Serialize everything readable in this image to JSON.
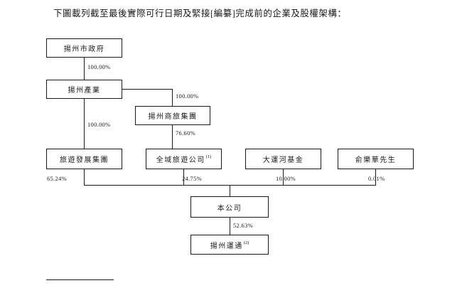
{
  "title": "下圖載列截至最後實際可行日期及緊接[編纂]完成前的企業及股權架構：",
  "diagram": {
    "nodes": {
      "govt": {
        "label": "揚州市政府"
      },
      "industry": {
        "label": "揚州產業"
      },
      "shanglv": {
        "label": "揚州商旅集團"
      },
      "tourism_dev": {
        "label": "旅遊發展集團"
      },
      "quanyu": {
        "label": "全域旅遊公司",
        "sup": "(1)"
      },
      "canal_fund": {
        "label": "大運河基金"
      },
      "mr_yu": {
        "label": "俞樂華先生"
      },
      "company": {
        "label": "本公司"
      },
      "yuntong": {
        "label": "揚州運通",
        "sup": "(2)"
      }
    },
    "edges": {
      "govt_industry": "100.00%",
      "industry_shanglv": "100.00%",
      "industry_tourism_dev": "100.00%",
      "shanglv_quanyu": "76.60%",
      "tourism_dev_company": "65.24%",
      "quanyu_company": "24.75%",
      "canal_fund_company": "10.00%",
      "mr_yu_company": "0.01%",
      "company_yuntong": "52.63%"
    }
  }
}
